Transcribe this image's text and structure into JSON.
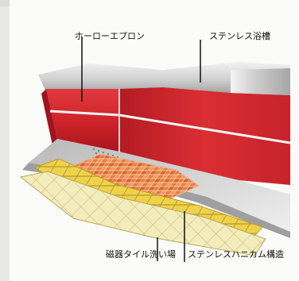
{
  "labels": {
    "enamel_apron": "ホーローエプロン",
    "stainless_tub": "ステンレス浴槽",
    "ceramic_tile": "磁器タイル洗い場",
    "stainless_honeycomb": "ステンレスハニカム構造"
  },
  "colors": {
    "enamel_red": "#d0262d",
    "enamel_dark": "#a9161f",
    "steel_light": "#e6e6e6",
    "steel_mid": "#bdbdbd",
    "steel_dark": "#8f8f8f",
    "honeycomb_yellow": "#f1d24a",
    "tile_orange": "#e1783b"
  }
}
